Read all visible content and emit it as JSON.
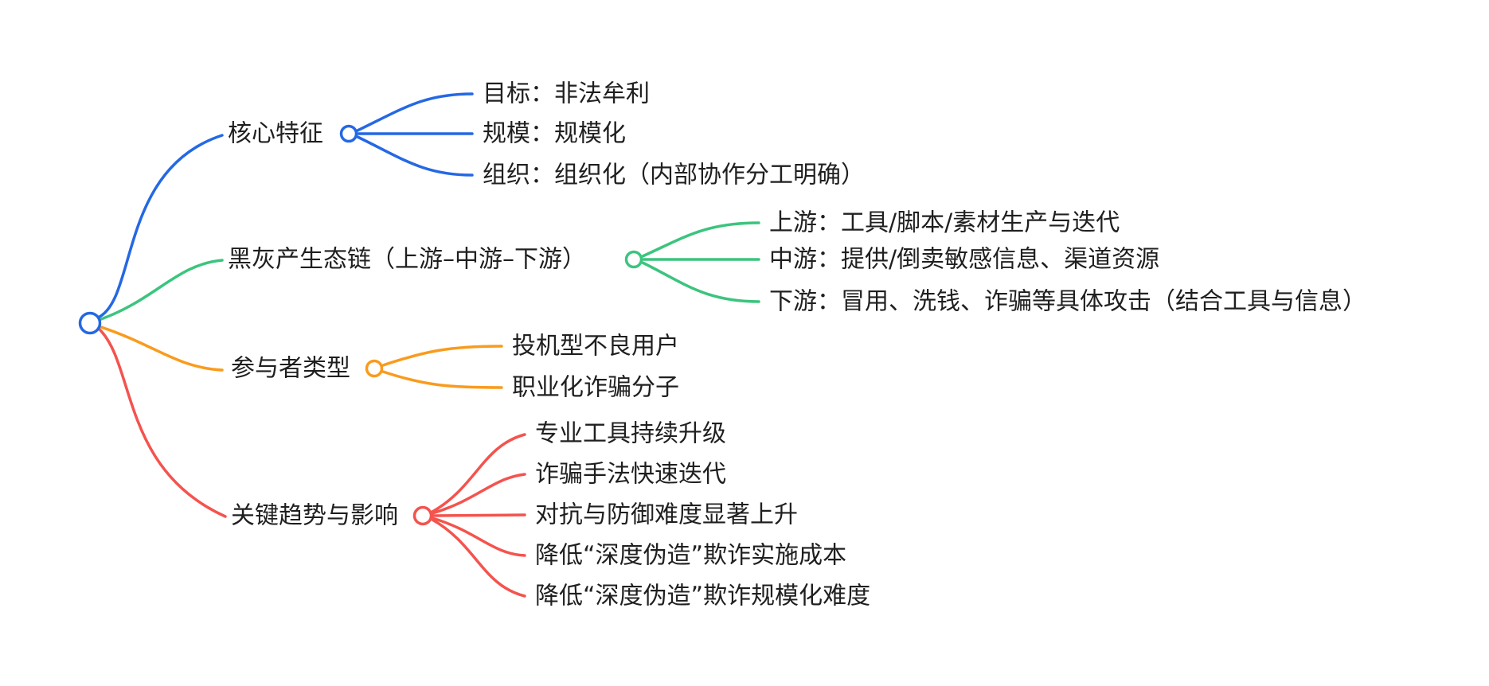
{
  "mindmap": {
    "colors": {
      "branch-blue": "#2468E4",
      "branch-green": "#3CC47E",
      "branch-orange": "#F99B1D",
      "branch-red": "#F4534E",
      "text": "#1F1F1F",
      "background": "#FFFFFF"
    },
    "branches": [
      {
        "label": "核心特征",
        "color": "#2468E4",
        "children": [
          "目标：非法牟利",
          "规模：规模化",
          "组织：组织化（内部协作分工明确）"
        ]
      },
      {
        "label": "黑灰产生态链（上游–中游–下游）",
        "color": "#3CC47E",
        "children": [
          "上游：工具/脚本/素材生产与迭代",
          "中游：提供/倒卖敏感信息、渠道资源",
          "下游：冒用、洗钱、诈骗等具体攻击（结合工具与信息）"
        ]
      },
      {
        "label": "参与者类型",
        "color": "#F99B1D",
        "children": [
          "投机型不良用户",
          "职业化诈骗分子"
        ]
      },
      {
        "label": "关键趋势与影响",
        "color": "#F4534E",
        "children": [
          "专业工具持续升级",
          "诈骗手法快速迭代",
          "对抗与防御难度显著上升",
          "降低“深度伪造”欺诈实施成本",
          "降低“深度伪造”欺诈规模化难度"
        ]
      }
    ]
  }
}
